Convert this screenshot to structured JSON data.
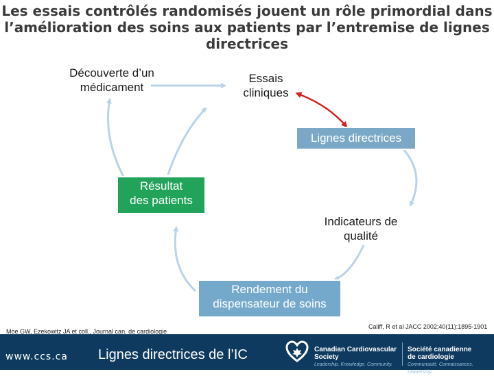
{
  "slide": {
    "title_lines": [
      "Les essais contrôlés randomisés jouent un rôle primordial dans",
      "l’amélioration des soins aux patients par l’entremise de lignes",
      "directrices"
    ]
  },
  "cycle": {
    "drug_discovery": [
      "Découverte d’un",
      "médicament"
    ],
    "clinical_trials": [
      "Essais",
      "cliniques"
    ],
    "guidelines": "Lignes directrices",
    "quality_indicators": [
      "Indicateurs de",
      "qualité"
    ],
    "provider_performance": [
      "Rendement du",
      "dispensateur de soins"
    ],
    "patient_outcome": [
      "Résultat",
      "des patients"
    ]
  },
  "citations": {
    "left": "Moe GW, Ezekowitz JA et coll., Journal can. de cardiologie",
    "right": "Califf, R et al JACC 2002;40(11):1895-1901"
  },
  "footer": {
    "url": "www.ccs.ca",
    "subtitle": "Lignes directrices de l’IC",
    "logo_en": [
      "Canadian Cardiovascular",
      "Society"
    ],
    "logo_en_tag": "Leadership. Knowledge. Community.",
    "logo_fr": [
      "Société canadienne",
      "de cardiologie"
    ],
    "logo_fr_tag": "Communauté. Connaissances. Leadership."
  },
  "colors": {
    "arrow": "#b9d3ea",
    "red_arrow": "#d42020",
    "box_blue": "#7aa8c6",
    "box_green": "#22a35a",
    "footer_bg": "#0d3a5e"
  },
  "icons": [
    "heart-maple-leaf-logo-icon"
  ]
}
